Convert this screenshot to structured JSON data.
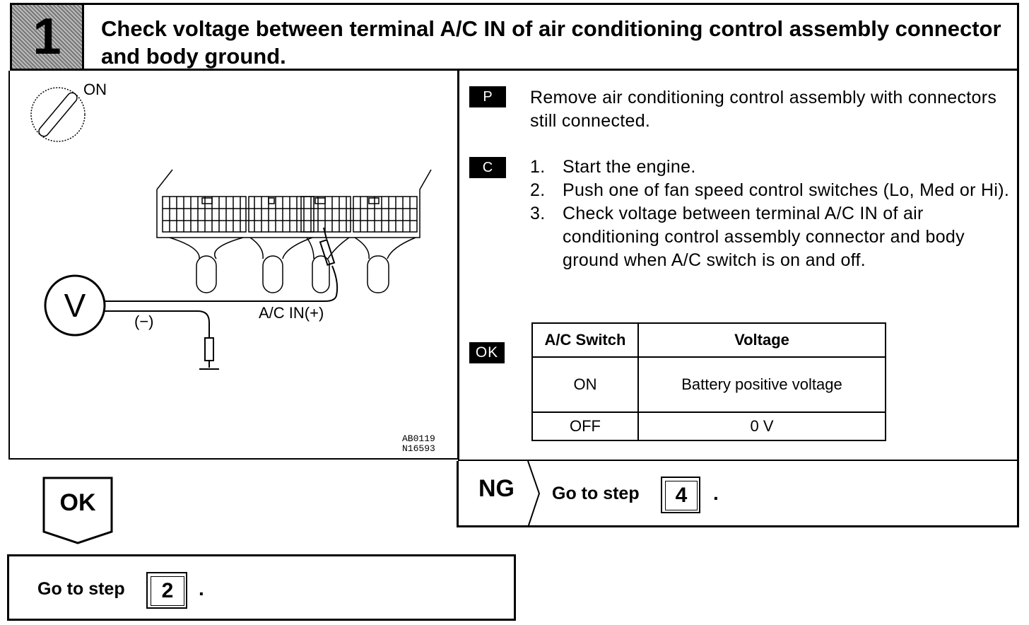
{
  "header": {
    "step_number": "1",
    "title": "Check voltage between terminal A/C IN of air conditioning control assembly connector and body ground."
  },
  "illustration": {
    "ignition_label": "ON",
    "meter_symbol": "V",
    "probe_positive_label": "A/C IN(+)",
    "probe_negative_label": "(−)",
    "figure_code_1": "AB0119",
    "figure_code_2": "N16593"
  },
  "preparation": {
    "tag": "P",
    "text": "Remove air conditioning control assembly with connectors still connected."
  },
  "check": {
    "tag": "C",
    "steps": [
      {
        "num": "1.",
        "text": "Start the engine."
      },
      {
        "num": "2.",
        "text": "Push one of fan speed control switches (Lo, Med or Hi)."
      },
      {
        "num": "3.",
        "text": "Check voltage between terminal A/C IN of air conditioning control assembly connector and body ground when A/C switch is on and off."
      }
    ]
  },
  "ok_criteria": {
    "tag": "OK",
    "columns": [
      "A/C Switch",
      "Voltage"
    ],
    "rows": [
      [
        "ON",
        "Battery positive voltage"
      ],
      [
        "OFF",
        "0 V"
      ]
    ]
  },
  "ng": {
    "label": "NG",
    "go_text": "Go to step",
    "step": "4",
    "period": "."
  },
  "ok": {
    "label": "OK",
    "go_text": "Go to step",
    "step": "2",
    "period": "."
  }
}
